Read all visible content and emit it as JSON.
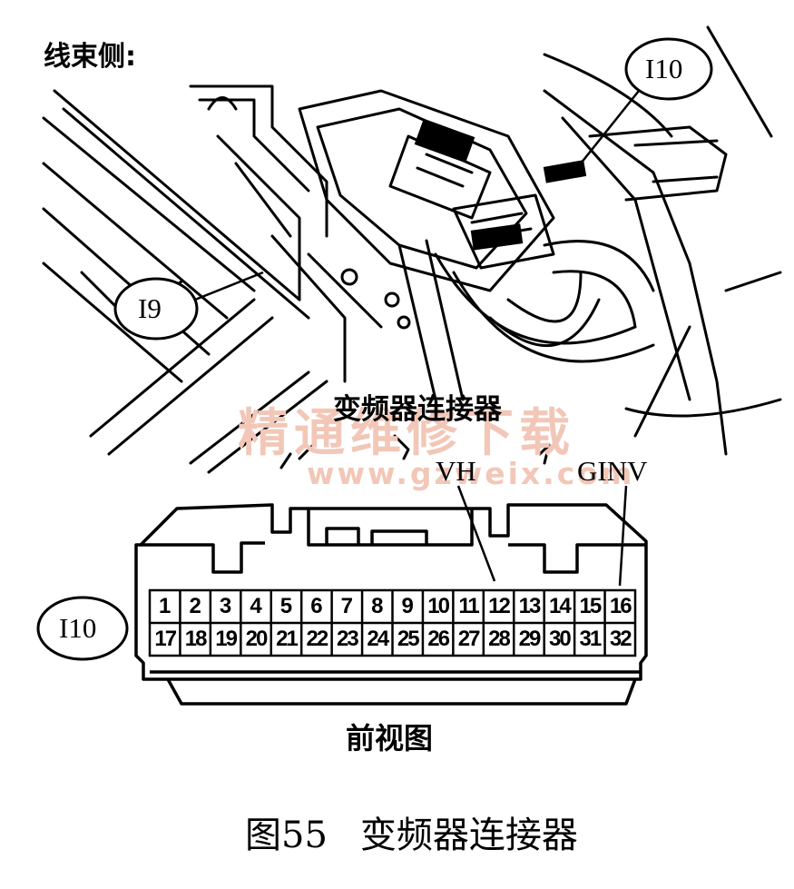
{
  "harness_side_label": "线束侧:",
  "callouts": {
    "i10_top": "I10",
    "i9": "I9",
    "i10_left": "I10"
  },
  "inverter_connector_label": "变频器连接器",
  "watermark": {
    "line1": "精通维修下载",
    "line2": "www.gzweix.com"
  },
  "pin_labels": {
    "vh": "VH",
    "ginv": "GINV"
  },
  "pins_top": [
    "1",
    "2",
    "3",
    "4",
    "5",
    "6",
    "7",
    "8",
    "9",
    "10",
    "11",
    "12",
    "13",
    "14",
    "15",
    "16"
  ],
  "pins_bottom": [
    "17",
    "18",
    "19",
    "20",
    "21",
    "22",
    "23",
    "24",
    "25",
    "26",
    "27",
    "28",
    "29",
    "30",
    "31",
    "32"
  ],
  "view_label": "前视图",
  "figure_caption": {
    "number": "图55",
    "title": "变频器连接器"
  },
  "colors": {
    "ink": "#000000",
    "watermark": "#f2c7b7",
    "background": "#ffffff"
  }
}
